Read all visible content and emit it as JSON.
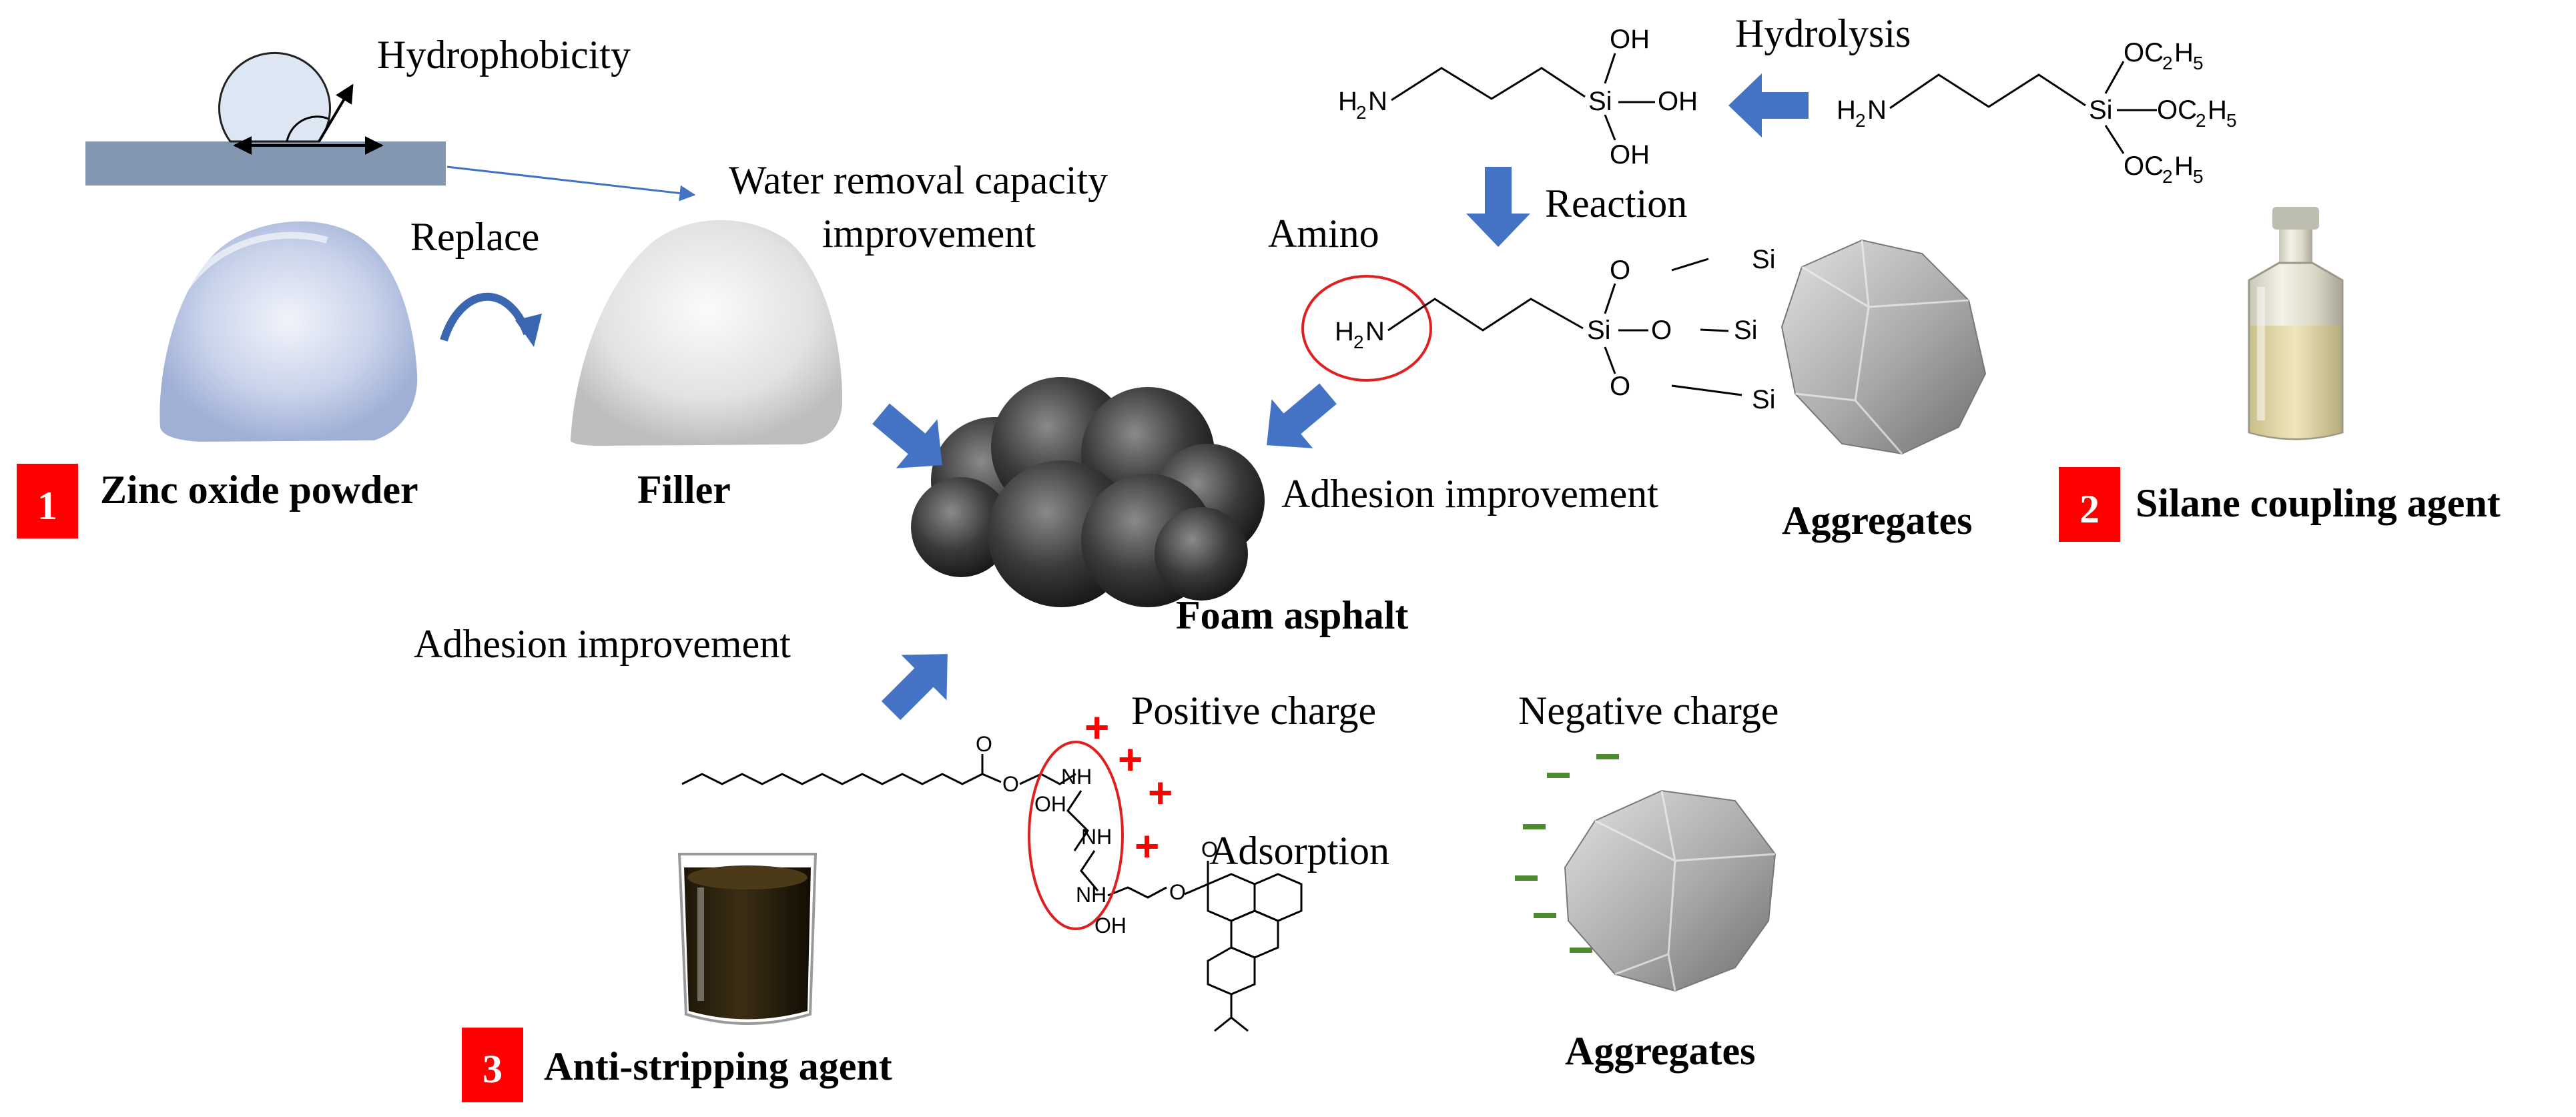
{
  "labels": {
    "hydrophobicity": "Hydrophobicity",
    "water_removal_1": "Water removal capacity",
    "water_removal_2": "improvement",
    "replace": "Replace",
    "filler": "Filler",
    "zinc_oxide": "Zinc oxide powder",
    "foam_asphalt": "Foam asphalt",
    "adhesion_top": "Adhesion improvement",
    "adhesion_left": "Adhesion improvement",
    "aggregates_top": "Aggregates",
    "aggregates_bottom": "Aggregates",
    "silane": "Silane coupling agent",
    "anti_stripping": "Anti-stripping agent",
    "hydrolysis": "Hydrolysis",
    "reaction": "Reaction",
    "amino": "Amino",
    "positive_charge": "Positive charge",
    "negative_charge": "Negative charge",
    "adsorption": "Adsorption"
  },
  "badges": {
    "b1": "1",
    "b2": "2",
    "b3": "3"
  },
  "chem": {
    "oh": "OH",
    "si": "Si",
    "o": "O",
    "nh": "NH",
    "h": "H",
    "n": "N",
    "sub2": "2",
    "sub5": "5",
    "oc": "OC",
    "c2h": "H"
  },
  "signs": {
    "plus": "+",
    "minus": "–"
  },
  "colors": {
    "badge": "#ff0000",
    "arrow": "#4472c4",
    "plus": "#ff0000",
    "minus": "#4e8a2e",
    "amino_ring": "#e02020",
    "substrate": "#8497b0",
    "droplet": "#dde6f3"
  }
}
